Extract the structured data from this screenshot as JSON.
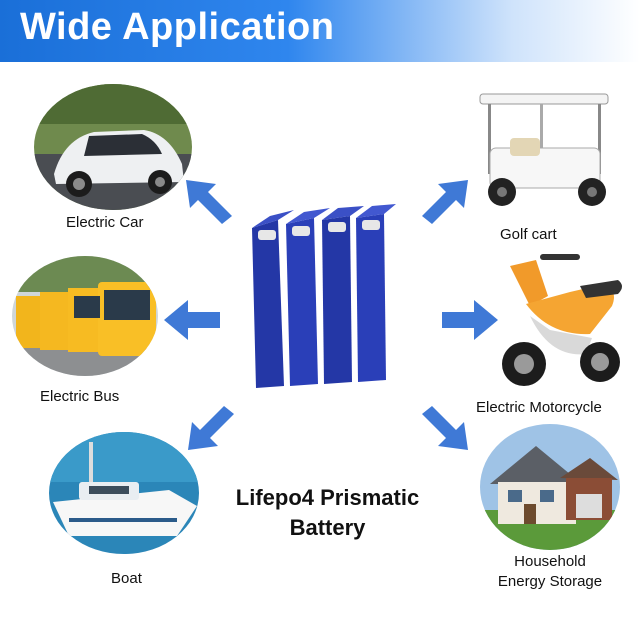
{
  "banner": {
    "title": "Wide Application"
  },
  "product": {
    "line1": "Lifepo4 Prismatic",
    "line2": "Battery"
  },
  "applications": [
    {
      "label": "Electric Car"
    },
    {
      "label": "Golf cart"
    },
    {
      "label": "Electric Bus"
    },
    {
      "label": "Electric Motorcycle"
    },
    {
      "label": "Boat"
    },
    {
      "label": "Household",
      "label2": "Energy Storage"
    }
  ],
  "colors": {
    "accent": "#2f86ee",
    "arrow": "#3f79d6",
    "cell": "#2b3fb8"
  }
}
